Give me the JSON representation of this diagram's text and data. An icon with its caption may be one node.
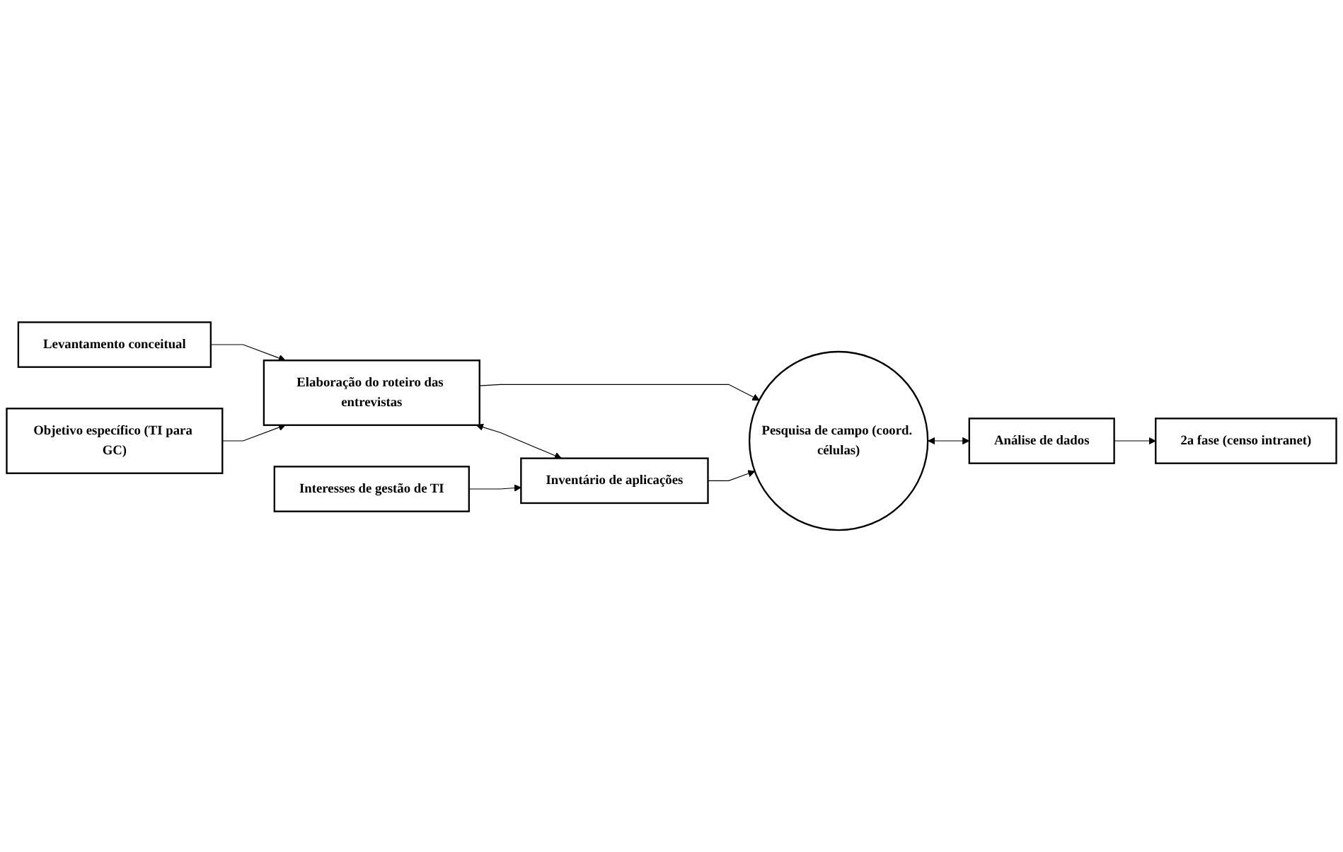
{
  "diagram": {
    "nodes": [
      {
        "text": [
          "Levantamento conceitual"
        ]
      },
      {
        "text": [
          "Objetivo específico (TI para GC)"
        ]
      },
      {
        "text": [
          "Interesses de gestão de TI"
        ]
      },
      {
        "text": [
          "Elaboração do roteiro das entrevistas"
        ]
      },
      {
        "text": [
          "Inventário de aplicações"
        ]
      },
      {
        "text": [
          "Pesquisa de campo (coord. células)"
        ]
      },
      {
        "text": [
          "Análise de dados"
        ]
      },
      {
        "text": [
          "2a fase (censo intranet)"
        ]
      }
    ],
    "edges": [
      {
        "from": 0,
        "to": 3,
        "arrow": "to"
      },
      {
        "from": 1,
        "to": 3,
        "arrow": "to"
      },
      {
        "from": 3,
        "to": 4,
        "arrow": "both"
      },
      {
        "from": 2,
        "to": 4,
        "arrow": "to"
      },
      {
        "from": 3,
        "to": 5,
        "arrow": "to"
      },
      {
        "from": 4,
        "to": 5,
        "arrow": "to"
      },
      {
        "from": 5,
        "to": 6,
        "arrow": "both"
      },
      {
        "from": 6,
        "to": 7,
        "arrow": "to"
      }
    ]
  }
}
